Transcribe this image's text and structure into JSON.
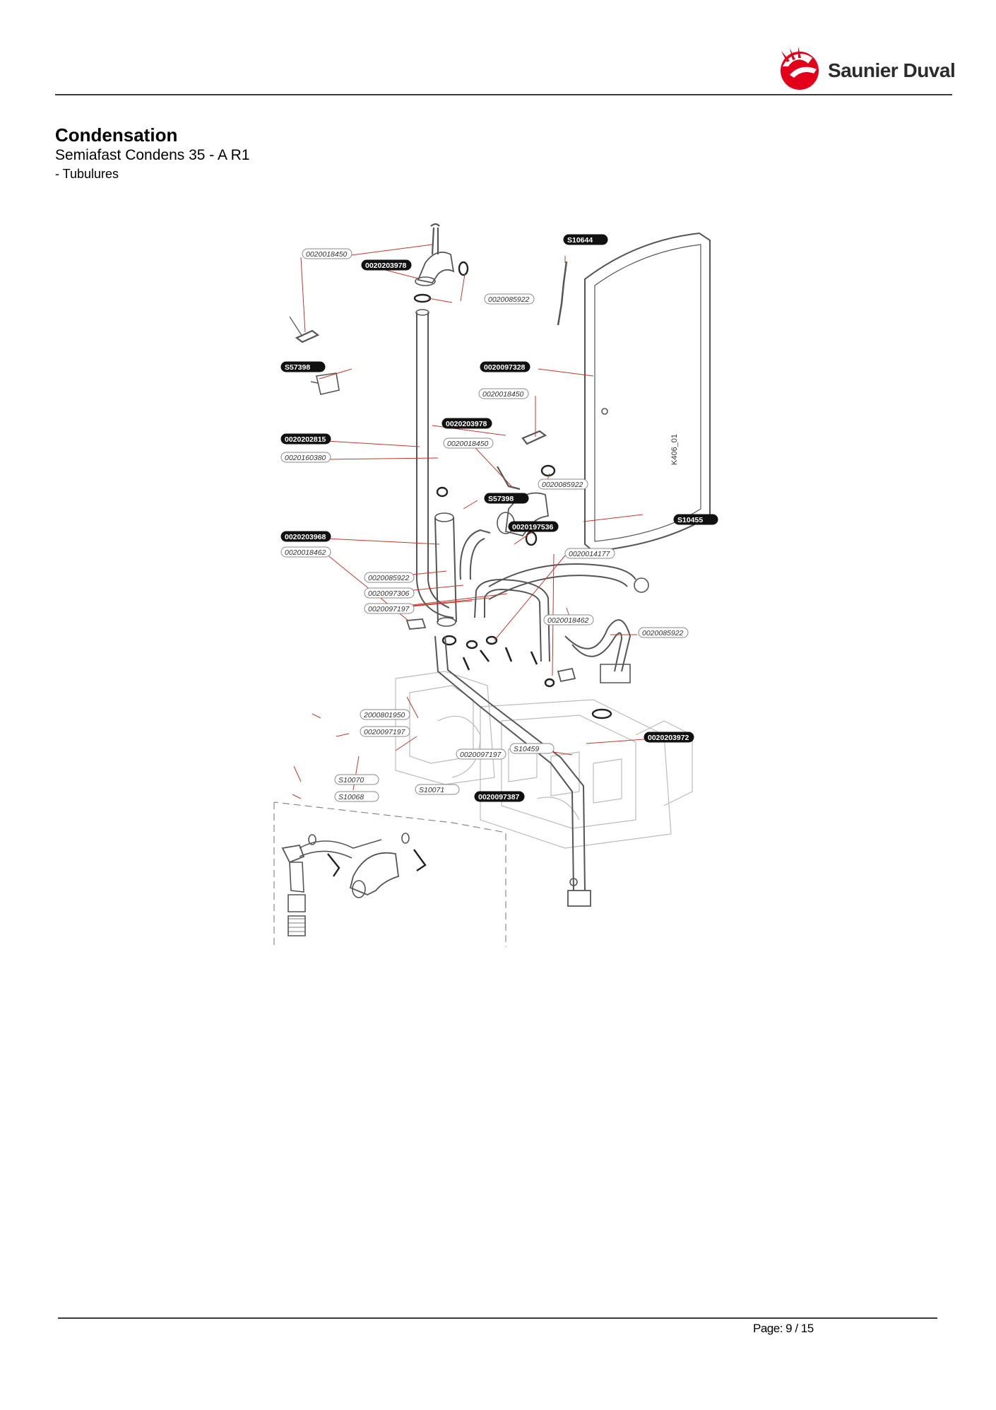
{
  "header": {
    "brand": "Saunier Duval"
  },
  "page": {
    "title": "Condensation",
    "subtitle": "Semiafast Condens 35 - A R1",
    "section": "- Tubulures"
  },
  "footer": {
    "page_label": "Page: 9 / 15"
  },
  "colors": {
    "brand_red": "#e3001b",
    "leader_red": "#c0392b",
    "line": "#555555"
  },
  "diagram": {
    "reference": "K406_01",
    "callouts": [
      {
        "text": "0020018450",
        "style": "outline"
      },
      {
        "text": "0020203978",
        "style": "filled"
      },
      {
        "text": "S10644",
        "style": "filled"
      },
      {
        "text": "0020085922",
        "style": "outline"
      },
      {
        "text": "S57398",
        "style": "filled"
      },
      {
        "text": "0020097328",
        "style": "filled"
      },
      {
        "text": "0020018450",
        "style": "outline"
      },
      {
        "text": "0020203978",
        "style": "filled"
      },
      {
        "text": "0020018450",
        "style": "outline"
      },
      {
        "text": "0020202815",
        "style": "filled"
      },
      {
        "text": "0020160380",
        "style": "outline"
      },
      {
        "text": "0020085922",
        "style": "outline"
      },
      {
        "text": "S57398",
        "style": "filled"
      },
      {
        "text": "S10455",
        "style": "filled"
      },
      {
        "text": "0020197536",
        "style": "filled"
      },
      {
        "text": "0020203968",
        "style": "filled"
      },
      {
        "text": "0020018462",
        "style": "outline"
      },
      {
        "text": "0020014177",
        "style": "outline"
      },
      {
        "text": "0020085922",
        "style": "outline"
      },
      {
        "text": "0020097306",
        "style": "outline"
      },
      {
        "text": "0020097197",
        "style": "outline"
      },
      {
        "text": "0020018462",
        "style": "outline"
      },
      {
        "text": "0020085922",
        "style": "outline"
      },
      {
        "text": "2000801950",
        "style": "outline"
      },
      {
        "text": "0020097197",
        "style": "outline"
      },
      {
        "text": "0020203972",
        "style": "filled"
      },
      {
        "text": "S10459",
        "style": "outline"
      },
      {
        "text": "0020097197",
        "style": "outline"
      },
      {
        "text": "S10070",
        "style": "outline"
      },
      {
        "text": "S10071",
        "style": "outline"
      },
      {
        "text": "S10068",
        "style": "outline"
      },
      {
        "text": "0020097387",
        "style": "filled"
      }
    ]
  }
}
